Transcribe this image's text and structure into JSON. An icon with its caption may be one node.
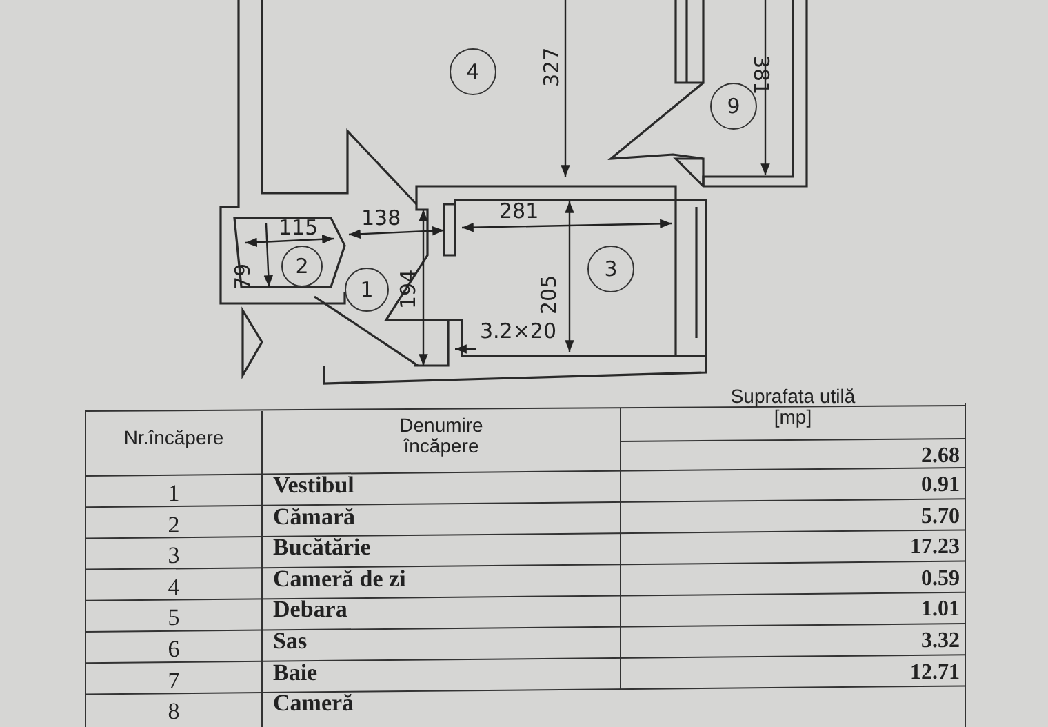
{
  "diagram": {
    "nodes": [
      {
        "text": [
          "4"
        ]
      },
      {
        "text": [
          "9"
        ]
      },
      {
        "text": [
          "2"
        ]
      },
      {
        "text": [
          "1"
        ]
      },
      {
        "text": [
          "3"
        ]
      }
    ],
    "labels": [
      "327",
      "381",
      "138",
      "281",
      "115",
      "79",
      "194",
      "205",
      "3.2×20",
      "Nr.încăpere",
      "Denumire încăpere",
      "Suprafata utilă [mp]",
      "2.68",
      "1",
      "Vestibul",
      "0.91",
      "2",
      "Cămară",
      "5.70",
      "3",
      "Bucătărie",
      "17.23",
      "4",
      "Cameră de zi",
      "0.59",
      "5",
      "Debara",
      "1.01",
      "6",
      "Sas",
      "3.32",
      "7",
      "Baie",
      "12.71",
      "8",
      "Cameră"
    ]
  }
}
